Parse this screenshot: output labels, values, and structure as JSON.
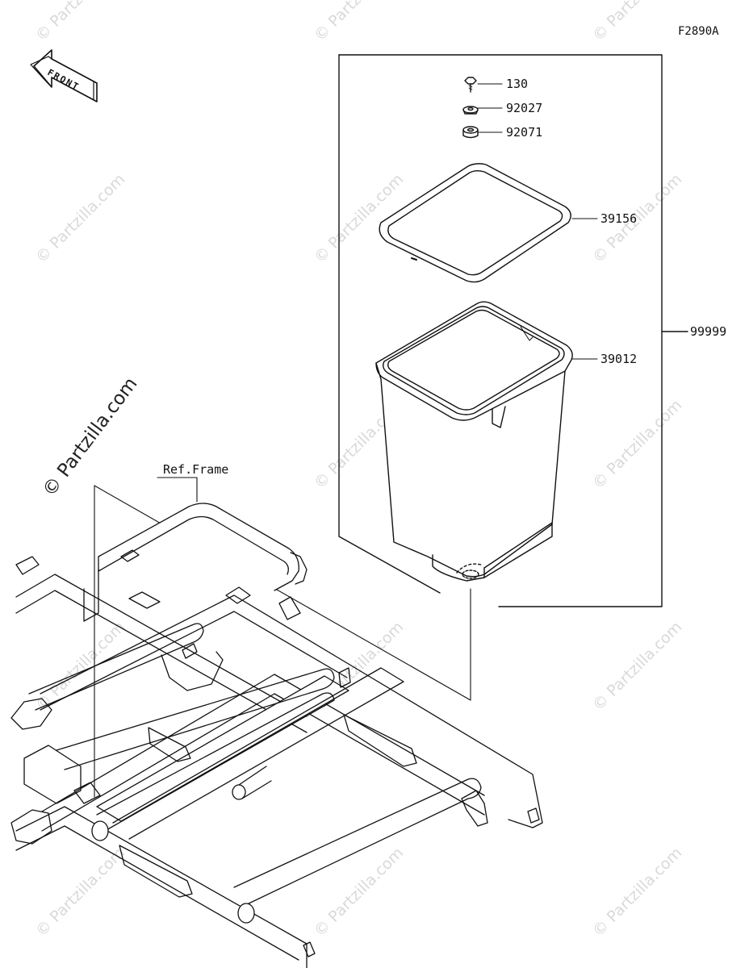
{
  "figure_code": "F2890A",
  "front_label": "FRONT",
  "ref_frame_label": "Ref.Frame",
  "watermark": "© Partzilla.com",
  "parts": {
    "p130": "130",
    "p92027": "92027",
    "p92071": "92071",
    "p39156": "39156",
    "p39012": "39012",
    "p99999": "99999"
  }
}
